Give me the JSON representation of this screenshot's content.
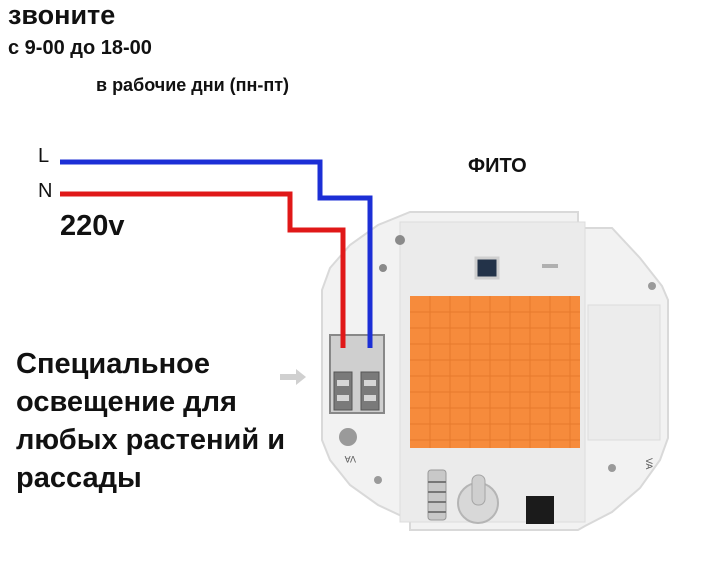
{
  "header": {
    "title": "звоните",
    "hours": "с 9-00 до 18-00",
    "days": "в рабочие дни (пн-пт)"
  },
  "wiring": {
    "line_label": "L",
    "neutral_label": "N",
    "voltage": "220v",
    "line_color": "#1c2fd6",
    "neutral_color": "#e01818"
  },
  "module": {
    "title": "ФИТО",
    "led_color": "#f68b3c",
    "board_color": "#f2f2f2",
    "marking_left": "VA",
    "marking_right": "VA"
  },
  "description": "Специальное освещение для любых растений и рассады"
}
